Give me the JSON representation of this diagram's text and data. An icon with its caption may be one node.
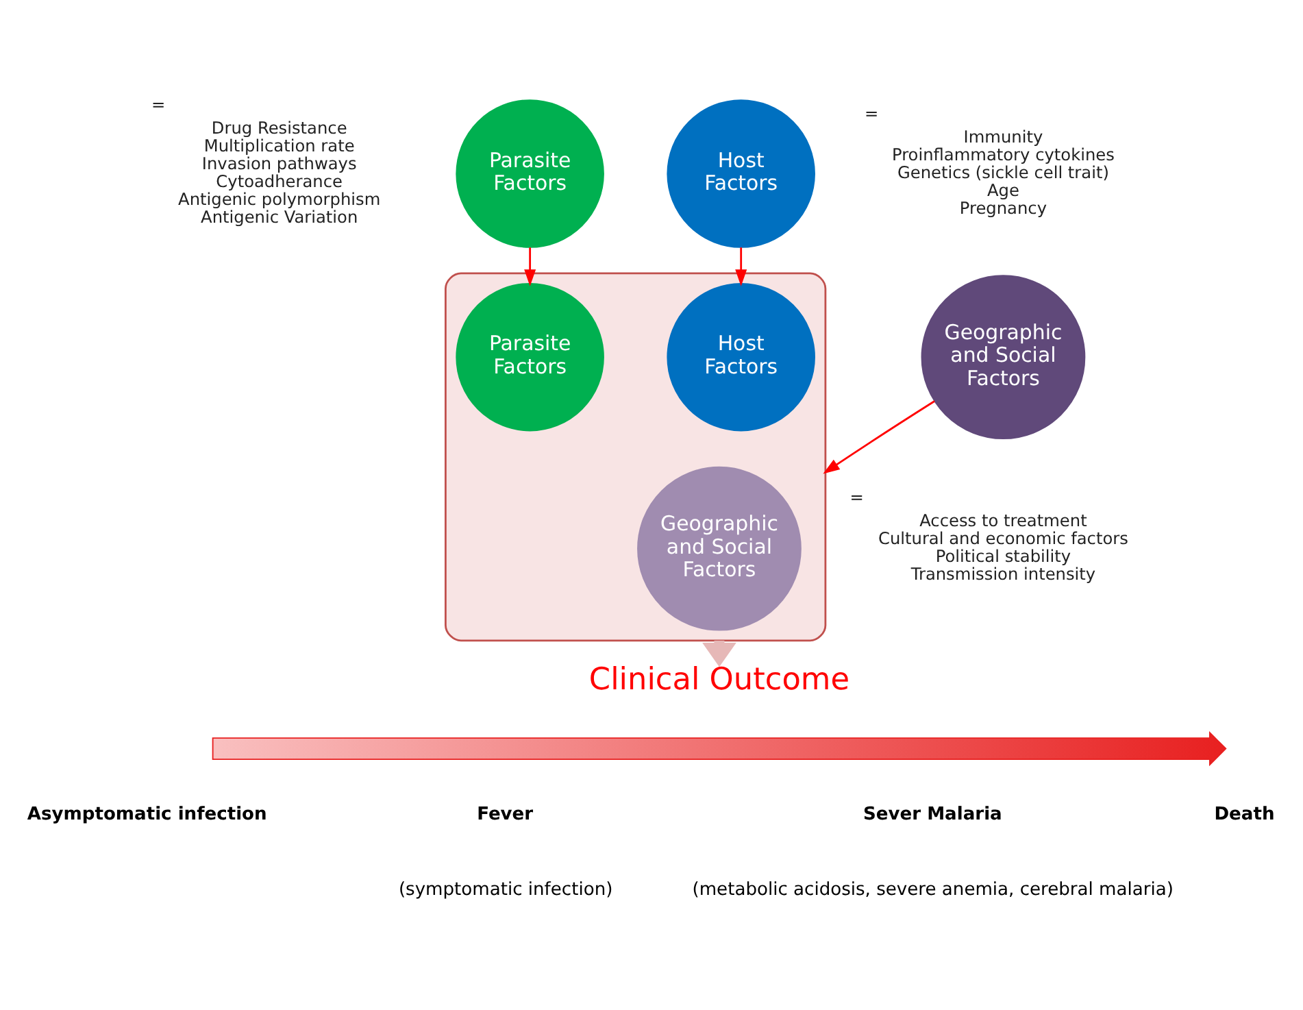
{
  "diagram": {
    "nodes": [
      {
        "text": [
          "Drug Resistance",
          "Multiplication rate",
          "Invasion pathways",
          "Cytoadherance",
          "Antigenic polymorphism",
          "Antigenic Variation"
        ],
        "beside": [
          "="
        ]
      },
      {
        "text": [
          "Parasite Factors"
        ]
      },
      {
        "text": [
          "Host Factors"
        ]
      },
      {
        "text": [
          "Immunity",
          "Proinflammatory cytokines",
          "Genetics (sickle cell trait)",
          "Age",
          "Pregnancy"
        ],
        "beside": [
          "="
        ]
      },
      {
        "text": [],
        "shape": "funnel"
      },
      {
        "text": [
          "Parasite Factors"
        ],
        "in": 4
      },
      {
        "text": [
          "Host Factors"
        ],
        "in": 4
      },
      {
        "text": [
          "Geographic and Social Factors"
        ],
        "in": 4
      },
      {
        "text": [
          "Geographic and Social Factors"
        ]
      },
      {
        "text": [
          "Access to treatment",
          "Cultural and economic factors",
          "Political stability",
          "Transmission intensity"
        ],
        "beside": [
          "="
        ]
      },
      {
        "text": [
          "Clinical Outcome"
        ]
      },
      {
        "text": [],
        "shape": "bar"
      }
    ],
    "edges": [
      {
        "from": 1,
        "to": 5,
        "arrow": "to"
      },
      {
        "from": 2,
        "to": 6,
        "arrow": "to"
      },
      {
        "from": 8,
        "to": 4,
        "arrow": "to"
      },
      {
        "from": 4,
        "to": 10,
        "arrow": "to",
        "style": "thick",
        "color": "#e6b8b7"
      }
    ],
    "labels": [
      "Asymptomatic infection",
      "Fever",
      "(symptomatic infection)",
      "Sever Malaria",
      "(metabolic acidosis, severe anemia, cerebral malaria)",
      "Death"
    ]
  }
}
